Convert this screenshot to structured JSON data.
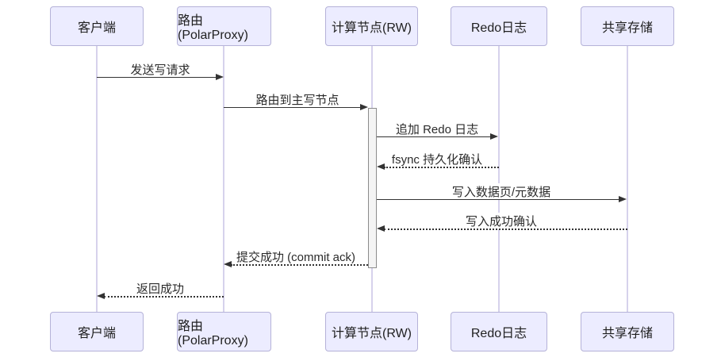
{
  "diagram": {
    "type": "sequence-diagram",
    "actors": [
      {
        "id": "client",
        "label": "客户端"
      },
      {
        "id": "proxy",
        "label": "路由(PolarProxy)"
      },
      {
        "id": "compute",
        "label": "计算节点(RW)"
      },
      {
        "id": "redo",
        "label": "Redo日志"
      },
      {
        "id": "storage",
        "label": "共享存储"
      }
    ],
    "messages": [
      {
        "label": "发送写请求",
        "from": "客户端",
        "to": "路由(PolarProxy)",
        "line": "solid",
        "direction": "right"
      },
      {
        "label": "路由到主写节点",
        "from": "路由(PolarProxy)",
        "to": "计算节点(RW)",
        "line": "solid",
        "direction": "right"
      },
      {
        "label": "追加 Redo 日志",
        "from": "计算节点(RW)",
        "to": "Redo日志",
        "line": "solid",
        "direction": "right"
      },
      {
        "label": "fsync 持久化确认",
        "from": "Redo日志",
        "to": "计算节点(RW)",
        "line": "dashed",
        "direction": "left"
      },
      {
        "label": "写入数据页/元数据",
        "from": "计算节点(RW)",
        "to": "共享存储",
        "line": "solid",
        "direction": "right"
      },
      {
        "label": "写入成功确认",
        "from": "共享存储",
        "to": "计算节点(RW)",
        "line": "dashed",
        "direction": "left"
      },
      {
        "label": "提交成功 (commit ack)",
        "from": "计算节点(RW)",
        "to": "路由(PolarProxy)",
        "line": "dashed",
        "direction": "left"
      },
      {
        "label": "返回成功",
        "from": "路由(PolarProxy)",
        "to": "客户端",
        "line": "dashed",
        "direction": "left"
      }
    ],
    "activation": {
      "actor": "计算节点(RW)",
      "starts_at_message": "路由到主写节点",
      "ends_at_message": "提交成功 (commit ack)"
    },
    "colors": {
      "actor_fill": "#ececff",
      "actor_border": "#b5b2d8",
      "lifeline": "#d6d2ec",
      "arrow": "#333333",
      "activation_fill": "#f4f4f4",
      "activation_border": "#8c8c8c",
      "background": "#ffffff",
      "text": "#2b2b2b"
    }
  }
}
